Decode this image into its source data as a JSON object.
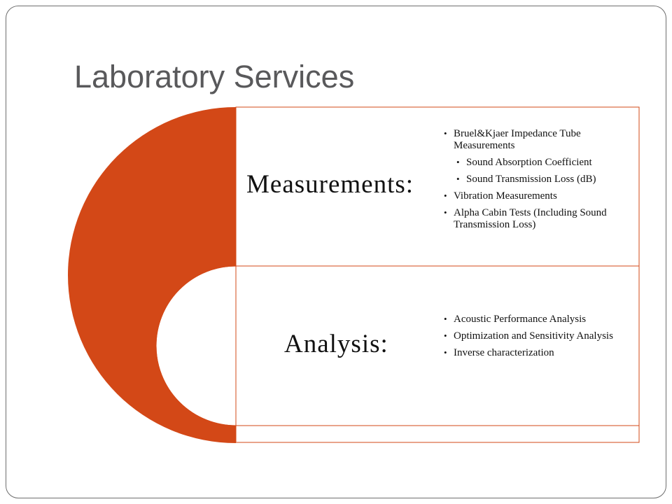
{
  "slide": {
    "title": "Laboratory Services"
  },
  "colors": {
    "accent": "#d34817",
    "frame_border": "#6e6e6e",
    "title_text": "#59595b",
    "body_text": "#111111"
  },
  "diagram": {
    "rows": [
      {
        "label": "Measurements:",
        "items": [
          {
            "text": "Bruel&Kjaer Impedance Tube Measurements",
            "level": 1
          },
          {
            "text": "Sound Absorption Coefficient",
            "level": 2
          },
          {
            "text": "Sound Transmission Loss (dB)",
            "level": 2
          },
          {
            "text": "Vibration Measurements",
            "level": 1
          },
          {
            "text": "Alpha Cabin Tests (Including Sound Transmission Loss)",
            "level": 1
          }
        ]
      },
      {
        "label": "Analysis:",
        "items": [
          {
            "text": "Acoustic Performance Analysis",
            "level": 1
          },
          {
            "text": "Optimization and Sensitivity Analysis",
            "level": 1
          },
          {
            "text": "Inverse characterization",
            "level": 1
          }
        ]
      }
    ]
  }
}
